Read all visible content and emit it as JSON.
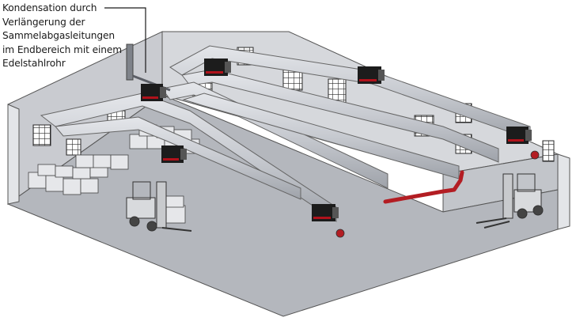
{
  "annotation": {
    "lines": [
      "Kondensation durch",
      "Verlängerung der",
      "Sammelabgasleitungen",
      "im Endbereich mit einem",
      "Edelstahlrohr"
    ]
  },
  "colors": {
    "floor": "#b4b7bd",
    "wall": "#d3d5d9",
    "duct": "#c9ccd1",
    "heater": "#1c1c1c",
    "heater_accent": "#b0121b",
    "condensate_pipe": "#b31d23",
    "window": "#ffffff"
  },
  "icons": [
    "gas-heater-unit-icon",
    "forklift-icon",
    "pallet-stack-icon",
    "exhaust-chimney-icon",
    "window-icon"
  ]
}
